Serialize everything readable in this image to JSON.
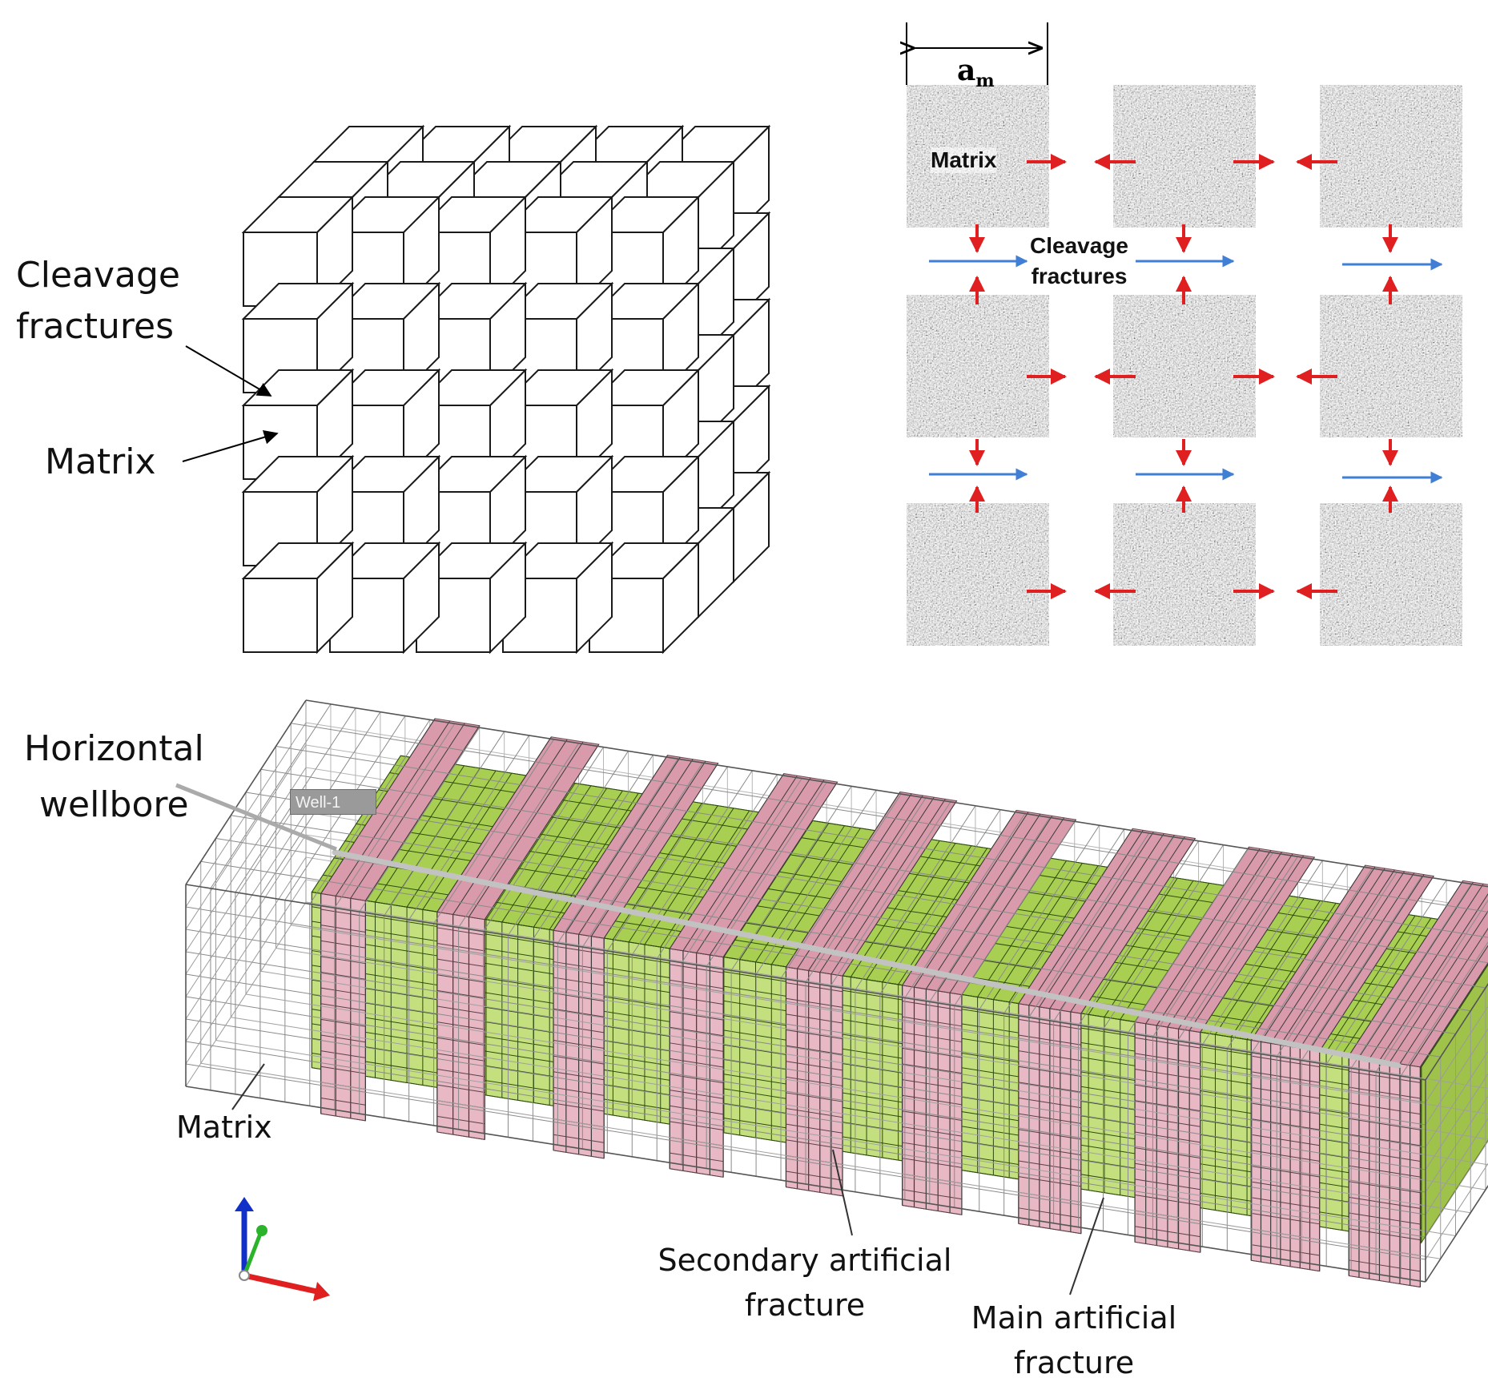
{
  "panel_a": {
    "label_cleavage": "Cleavage\nfractures",
    "label_matrix": "Matrix"
  },
  "panel_b": {
    "dimension_label": "a",
    "dimension_subscript": "m",
    "label_matrix": "Matrix",
    "label_cleavage": "Cleavage\nfractures"
  },
  "panel_c": {
    "label_wellbore": "Horizontal\nwellbore",
    "well_tag": "Well-1",
    "label_matrix": "Matrix",
    "label_secondary": "Secondary artificial\nfracture",
    "label_main": "Main artificial\nfracture"
  },
  "colors": {
    "matrix_block": "#a9cf52",
    "fracture_plane": "#e8b8c4",
    "flow_arrow_blue": "#3f7fd6",
    "flow_arrow_red": "#e02020",
    "axis_x": "#e02020",
    "axis_y": "#2bb42b",
    "axis_z": "#1030c8"
  }
}
